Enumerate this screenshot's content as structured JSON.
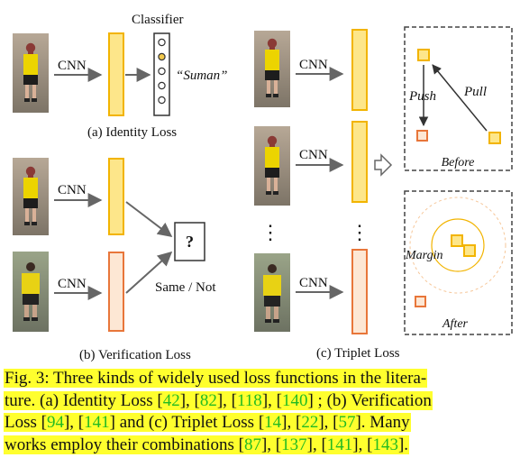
{
  "figure": {
    "classifier_label": "Classifier",
    "cnn_label": "CNN",
    "identity_name": "“Suman”",
    "identity_caption": "(a) Identity Loss",
    "question_mark": "?",
    "same_not_label": "Same / Not",
    "verification_caption": "(b) Verification Loss",
    "triplet_caption": "(c) Triplet Loss",
    "push_label": "Push",
    "pull_label": "Pull",
    "before_label": "Before",
    "margin_label": "Margin",
    "after_label": "After",
    "ellipsis": "⋮"
  },
  "colors": {
    "anchor_fill": "#fde68a",
    "anchor_stroke": "#f2b400",
    "neg_fill": "#fde7d4",
    "neg_stroke": "#e8763a",
    "caption_highlight": "#ffff2e",
    "reference_green": "#22bb22"
  },
  "caption": {
    "lines": [
      [
        {
          "t": "Fig. 3: Three kinds of widely used loss functions in the litera-"
        }
      ],
      [
        {
          "t": "ture. (a) Identity Loss ["
        },
        {
          "t": "42",
          "ref": true
        },
        {
          "t": "], ["
        },
        {
          "t": "82",
          "ref": true
        },
        {
          "t": "], ["
        },
        {
          "t": "118",
          "ref": true
        },
        {
          "t": "], ["
        },
        {
          "t": "140",
          "ref": true
        },
        {
          "t": "] ; (b) Verification"
        }
      ],
      [
        {
          "t": "Loss ["
        },
        {
          "t": "94",
          "ref": true
        },
        {
          "t": "], ["
        },
        {
          "t": "141",
          "ref": true
        },
        {
          "t": "] and (c) Triplet Loss ["
        },
        {
          "t": "14",
          "ref": true
        },
        {
          "t": "], ["
        },
        {
          "t": "22",
          "ref": true
        },
        {
          "t": "], ["
        },
        {
          "t": "57",
          "ref": true
        },
        {
          "t": "]. Many"
        }
      ],
      [
        {
          "t": "works employ their combinations ["
        },
        {
          "t": "87",
          "ref": true
        },
        {
          "t": "], ["
        },
        {
          "t": "137",
          "ref": true
        },
        {
          "t": "], ["
        },
        {
          "t": "141",
          "ref": true
        },
        {
          "t": "], ["
        },
        {
          "t": "143",
          "ref": true
        },
        {
          "t": "]."
        }
      ]
    ]
  }
}
